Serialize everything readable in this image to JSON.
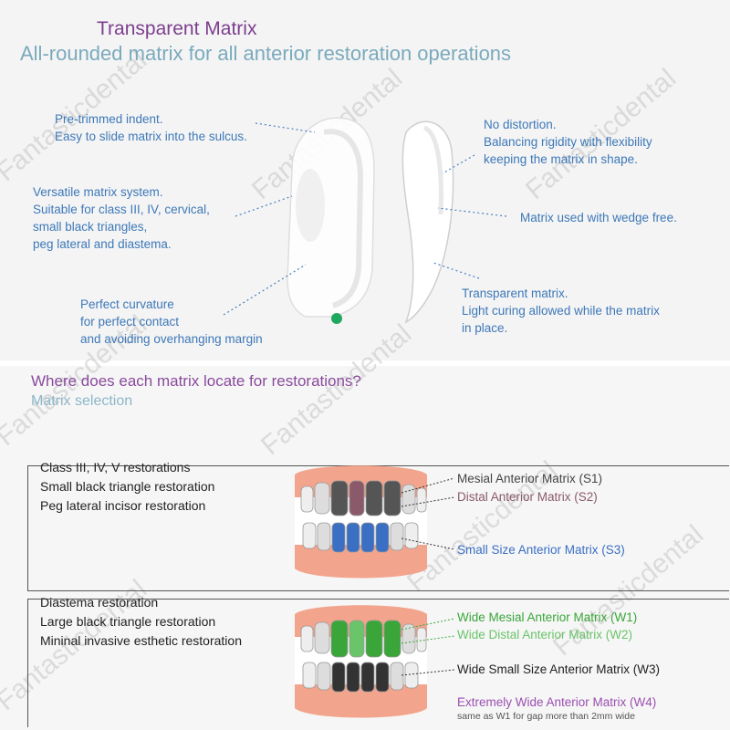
{
  "header": {
    "title": "Transparent Matrix",
    "subtitle": "All-rounded matrix for all anterior restoration operations"
  },
  "callouts": {
    "pre_trimmed": [
      "Pre-trimmed indent.",
      "Easy to slide matrix into the sulcus."
    ],
    "versatile": [
      "Versatile matrix system.",
      "Suitable for class III, IV, cervical,",
      "small black triangles,",
      "peg lateral and diastema."
    ],
    "curvature": [
      "Perfect curvature",
      "for perfect contact",
      "and avoiding overhanging margin"
    ],
    "no_distortion": [
      "No distortion.",
      "Balancing rigidity with flexibility",
      "keeping the matrix in shape."
    ],
    "wedge_free": "Matrix used with wedge free.",
    "transparent": [
      "Transparent matrix.",
      "Light curing allowed while the matrix",
      "in place."
    ]
  },
  "selection": {
    "title": "Where does each matrix locate for restorations?",
    "subtitle": "Matrix selection",
    "group1": {
      "items": [
        "Class III, IV, V restorations",
        "Small black triangle restoration",
        "Peg lateral incisor restoration"
      ],
      "labels": [
        "Mesial Anterior Matrix (S1)",
        "Distal Anterior Matrix (S2)",
        "Small Size Anterior Matrix (S3)"
      ]
    },
    "group2": {
      "items": [
        "Diastema restoration",
        "Large black triangle restoration",
        "Mininal invasive esthetic restoration"
      ],
      "labels": [
        "Wide Mesial Anterior Matrix (W1)",
        "Wide Distal Anterior Matrix (W2)",
        "Wide Small Size Anterior Matrix (W3)",
        "Extremely Wide Anterior Matrix (W4)"
      ],
      "note": "same as W1 for gap more than 2mm wide"
    }
  },
  "watermark": "Fantasticdental",
  "colors": {
    "title_purple": "#7c3f8e",
    "subtitle_blue": "#7aaabd",
    "callout_blue": "#3d78b8",
    "s1": "#555555",
    "s2": "#8a5a6a",
    "s3": "#3a6fc4",
    "w1": "#3aa63a",
    "w2": "#6ac46a",
    "w3": "#333333",
    "w4": "#9a4fb0",
    "gum": "#f2a48c",
    "dot_green": "#1fa860"
  }
}
